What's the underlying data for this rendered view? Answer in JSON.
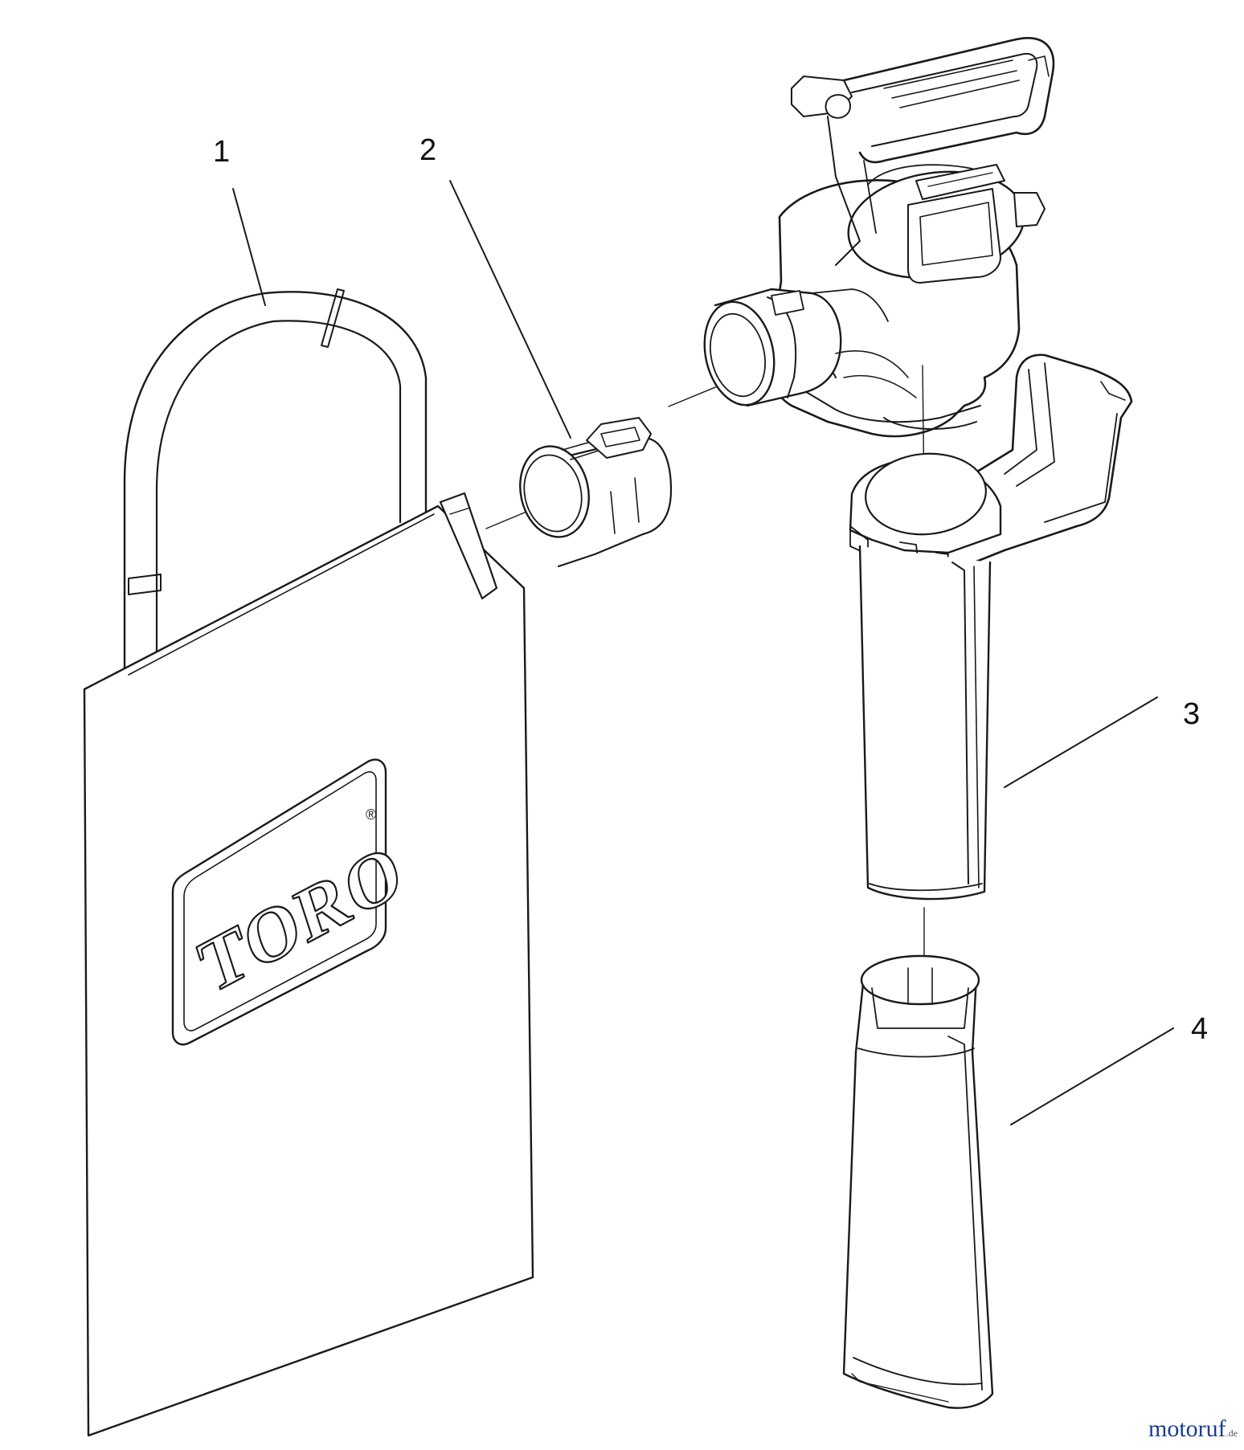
{
  "callouts": [
    {
      "id": "1",
      "label": "1"
    },
    {
      "id": "2",
      "label": "2"
    },
    {
      "id": "3",
      "label": "3"
    },
    {
      "id": "4",
      "label": "4"
    }
  ],
  "bag_logo": {
    "text": "TORO",
    "mark": "®"
  },
  "watermark": {
    "name": "motoruf",
    "tld": ".de"
  },
  "colors": {
    "line": "#1a1a1a",
    "fill": "#ffffff",
    "watermark": "#1a3f8f"
  }
}
